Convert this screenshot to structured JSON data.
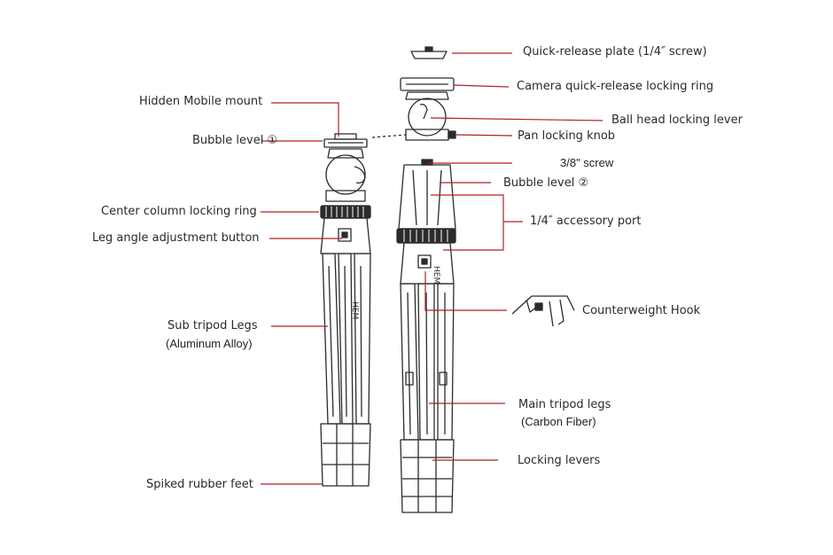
{
  "colors": {
    "leader": "#b02028",
    "drawing": "#2b2b2b",
    "text": "#2a2a2a",
    "background": "#ffffff"
  },
  "labels": {
    "quick_release_plate": "Quick-release plate  (1/4″ screw)",
    "camera_locking_ring": "Camera quick-release locking ring",
    "hidden_mobile_mount": "Hidden Mobile mount",
    "ball_head_lever": "Ball head locking lever",
    "bubble_level_1": "Bubble level ①",
    "pan_locking_knob": "Pan locking knob",
    "screw_38": "3/8\" screw",
    "bubble_level_2": "Bubble level ②",
    "center_column_ring": "Center column locking ring",
    "accessory_port": "1/4″  accessory port",
    "leg_angle_button": "Leg angle adjustment button",
    "counterweight_hook": "Counterweight Hook",
    "sub_tripod_legs": "Sub tripod Legs",
    "sub_tripod_material": "(Aluminum Alloy)",
    "main_tripod_legs": "Main tripod legs",
    "main_tripod_material": "(Carbon Fiber)",
    "locking_levers": "Locking levers",
    "spiked_feet": "Spiked rubber feet"
  }
}
